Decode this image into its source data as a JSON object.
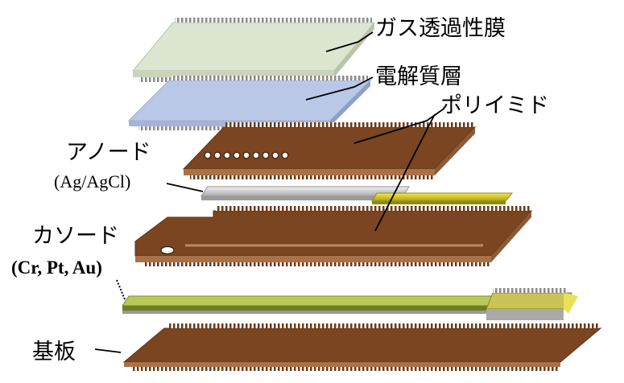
{
  "labels": {
    "gas_membrane": "ガス透過性膜",
    "electrolyte": "電解質層",
    "polyimide": "ポリイミド",
    "anode": "アノード",
    "anode_material": "(Ag/AgCl)",
    "cathode": "カソード",
    "cathode_material": "(Cr, Pt, Au)",
    "substrate": "基板"
  },
  "colors": {
    "membrane_top": "#dce5cf",
    "electrolyte_top": "#b9c8e6",
    "polyimide_top": "#7a4520",
    "polyimide_edge": "#a8714a",
    "anode_silver": "#d9d9d9",
    "gold": "#d8d21a",
    "cathode_green": "#b9c85a"
  }
}
